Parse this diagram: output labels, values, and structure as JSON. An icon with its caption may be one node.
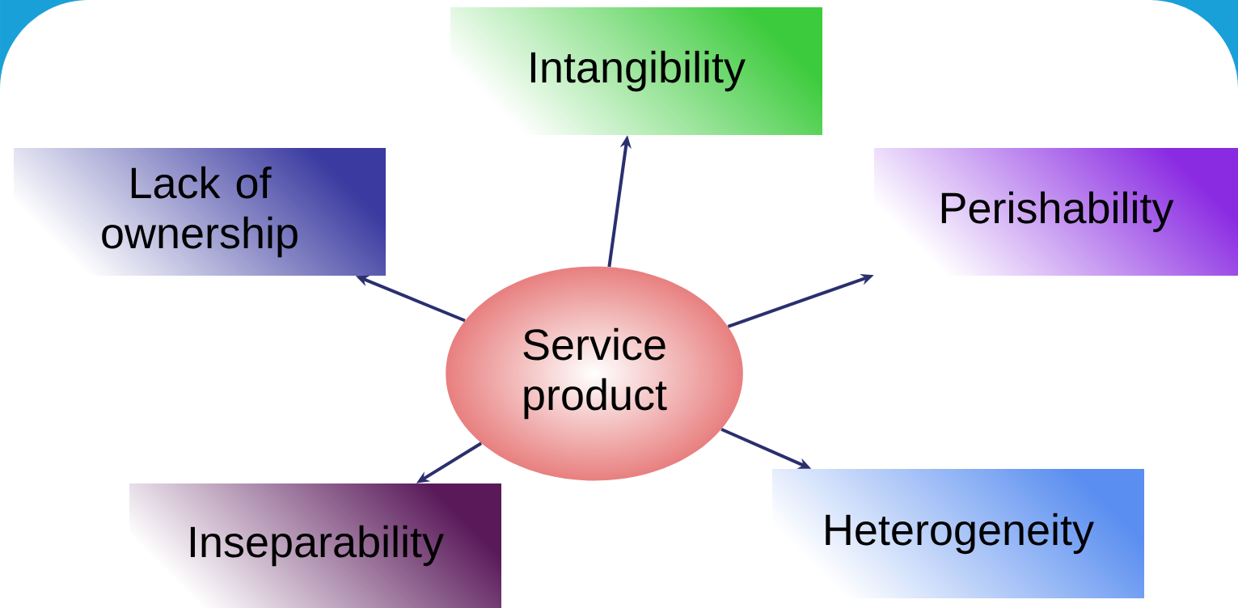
{
  "diagram": {
    "nodes": [
      {
        "text": [
          "Service product"
        ]
      },
      {
        "text": [
          "Intangibility"
        ]
      },
      {
        "text": [
          "Lack of ownership"
        ]
      },
      {
        "text": [
          "Perishability"
        ]
      },
      {
        "text": [
          "Inseparability"
        ]
      },
      {
        "text": [
          "Heterogeneity"
        ]
      }
    ],
    "edges": [
      {
        "from": 0,
        "to": 1,
        "arrow": "to"
      },
      {
        "from": 0,
        "to": 2,
        "arrow": "to"
      },
      {
        "from": 0,
        "to": 3,
        "arrow": "to"
      },
      {
        "from": 0,
        "to": 4,
        "arrow": "to"
      },
      {
        "from": 0,
        "to": 5,
        "arrow": "to"
      }
    ]
  }
}
